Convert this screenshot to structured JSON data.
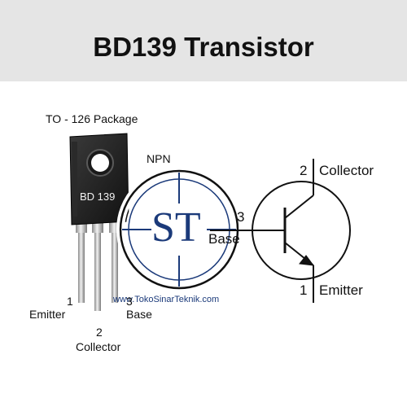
{
  "title": "BD139 Transistor",
  "package_label": "TO - 126 Package",
  "part_marking": "BD 139",
  "type_label": "NPN",
  "watermark": {
    "logo": "ST",
    "url": "www.TokoSinarTeknik.com"
  },
  "pins_left": {
    "pin1_number": "1",
    "pin1_name": "Emitter",
    "pin2_number": "2",
    "pin2_name": "Collector",
    "pin3_number": "3",
    "pin3_name": "Base"
  },
  "symbol": {
    "base_number": "3",
    "base_name": "Base",
    "collector_number": "2",
    "collector_name": "Collector",
    "emitter_number": "1",
    "emitter_name": "Emitter"
  }
}
